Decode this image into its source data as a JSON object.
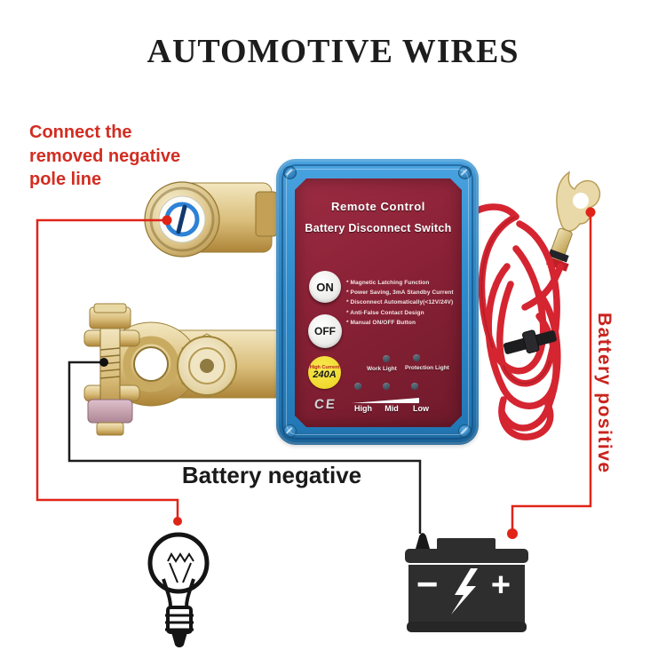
{
  "title": "AUTOMOTIVE WIRES",
  "annotations": {
    "connect_note": "Connect the removed negative pole line",
    "battery_negative": "Battery negative",
    "battery_positive": "Battery positive"
  },
  "device": {
    "label_title1": "Remote Control",
    "label_title2": "Battery Disconnect Switch",
    "on": "ON",
    "off": "OFF",
    "features": [
      "* Magnetic Latching Function",
      "* Power Saving, 3mA Standby Current",
      "* Disconnect Automatically(<12V/24V)",
      "* Anti-False Contact Design",
      "* Manual ON/OFF Button"
    ],
    "badge_top": "High Current",
    "badge_value": "240A",
    "work_light": "Work Light",
    "protection_light": "Protection Light",
    "levels": [
      "High",
      "Mid",
      "Low"
    ],
    "ce": "CE"
  },
  "battery_icon": {
    "minus": "−",
    "plus": "+"
  },
  "colors": {
    "accent_red": "#e02418",
    "text_red": "#d22d22",
    "line_black": "#1d1d1d",
    "device_blue": "#2e8ccd",
    "label_maroon": "#8a2136",
    "badge_yellow": "#f0d92e",
    "brass": "#d9bd7a",
    "wire_red": "#d42531"
  }
}
